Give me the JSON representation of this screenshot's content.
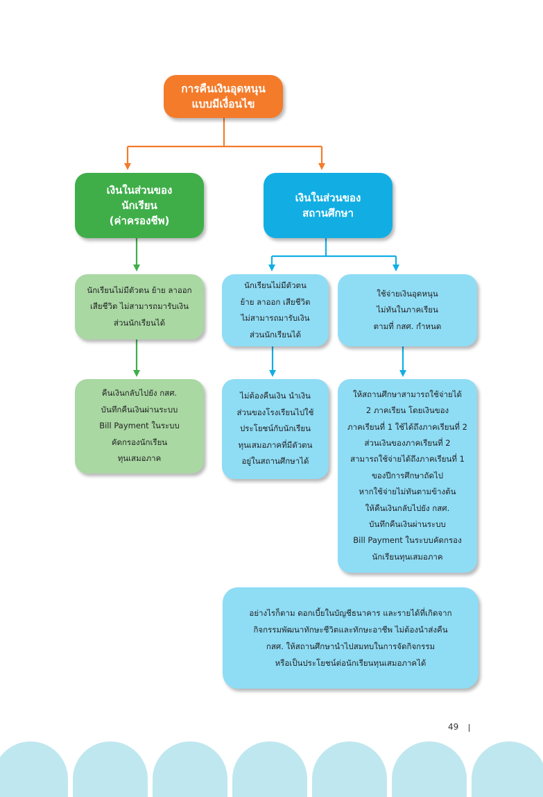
{
  "diagram": {
    "root": {
      "lines": [
        "การคืนเงินอุดหนุน",
        "แบบมีเงื่อนไข"
      ]
    },
    "left_branch": {
      "header": {
        "lines": [
          "เงินในส่วนของ",
          "นักเรียน",
          "(ค่าครองชีพ)"
        ]
      },
      "condition": {
        "lines": [
          "นักเรียนไม่มีตัวตน ย้าย ลาออก",
          "เสียชีวิต ไม่สามารถมารับเงิน",
          "ส่วนนักเรียนได้"
        ]
      },
      "action": {
        "lines": [
          "คืนเงินกลับไปยัง กสศ.",
          "บันทึกคืนเงินผ่านระบบ",
          "Bill Payment ในระบบ",
          "คัดกรองนักเรียน",
          "ทุนเสมอภาค"
        ]
      }
    },
    "right_branch": {
      "header": {
        "lines": [
          "เงินในส่วนของ",
          "สถานศึกษา"
        ]
      },
      "condition_a": {
        "lines": [
          "นักเรียนไม่มีตัวตน",
          "ย้าย ลาออก เสียชีวิต",
          "ไม่สามารถมารับเงิน",
          "ส่วนนักเรียนได้"
        ]
      },
      "action_a": {
        "lines": [
          "ไม่ต้องคืนเงิน นำเงิน",
          "ส่วนของโรงเรียนไปใช้",
          "ประโยชน์กับนักเรียน",
          "ทุนเสมอภาคที่มีตัวตน",
          "อยู่ในสถานศึกษาได้"
        ]
      },
      "condition_b": {
        "lines": [
          "ใช้จ่ายเงินอุดหนุน",
          "ไม่ทันในภาคเรียน",
          "ตามที่ กสศ. กำหนด"
        ]
      },
      "action_b": {
        "lines": [
          "ให้สถานศึกษาสามารถใช้จ่ายได้",
          "2 ภาคเรียน โดยเงินของ",
          "ภาคเรียนที่ 1 ใช้ได้ถึงภาคเรียนที่ 2",
          "ส่วนเงินของภาคเรียนที่ 2",
          "สามารถใช้จ่ายได้ถึงภาคเรียนที่ 1",
          "ของปีการศึกษาถัดไป",
          "หากใช้จ่ายไม่ทันตามข้างต้น",
          "ให้คืนเงินกลับไปยัง กสศ.",
          "บันทึกคืนเงินผ่านระบบ",
          "Bill Payment ในระบบคัดกรอง",
          "นักเรียนทุนเสมอภาค"
        ]
      }
    },
    "note": {
      "lines": [
        "อย่างไรก็ตาม ดอกเบี้ยในบัญชีธนาคาร และรายได้ที่เกิดจาก",
        "กิจกรรมพัฒนาทักษะชีวิตและทักษะอาชีพ ไม่ต้องนำส่งคืน",
        "กสศ. ให้สถานศึกษานำไปสมทบในการจัดกิจกรรม",
        "หรือเป็นประโยชน์ต่อนักเรียนทุนเสมอภาคได้"
      ]
    }
  },
  "page_number": "49",
  "colors": {
    "root": "#f47b2a",
    "left_header": "#3fae49",
    "left_boxes": "#a9d8a3",
    "right_header": "#12aee3",
    "right_boxes": "#8fdcf5",
    "orange_line": "#f47b2a",
    "green_line": "#3fae49",
    "blue_line": "#12aee3"
  }
}
